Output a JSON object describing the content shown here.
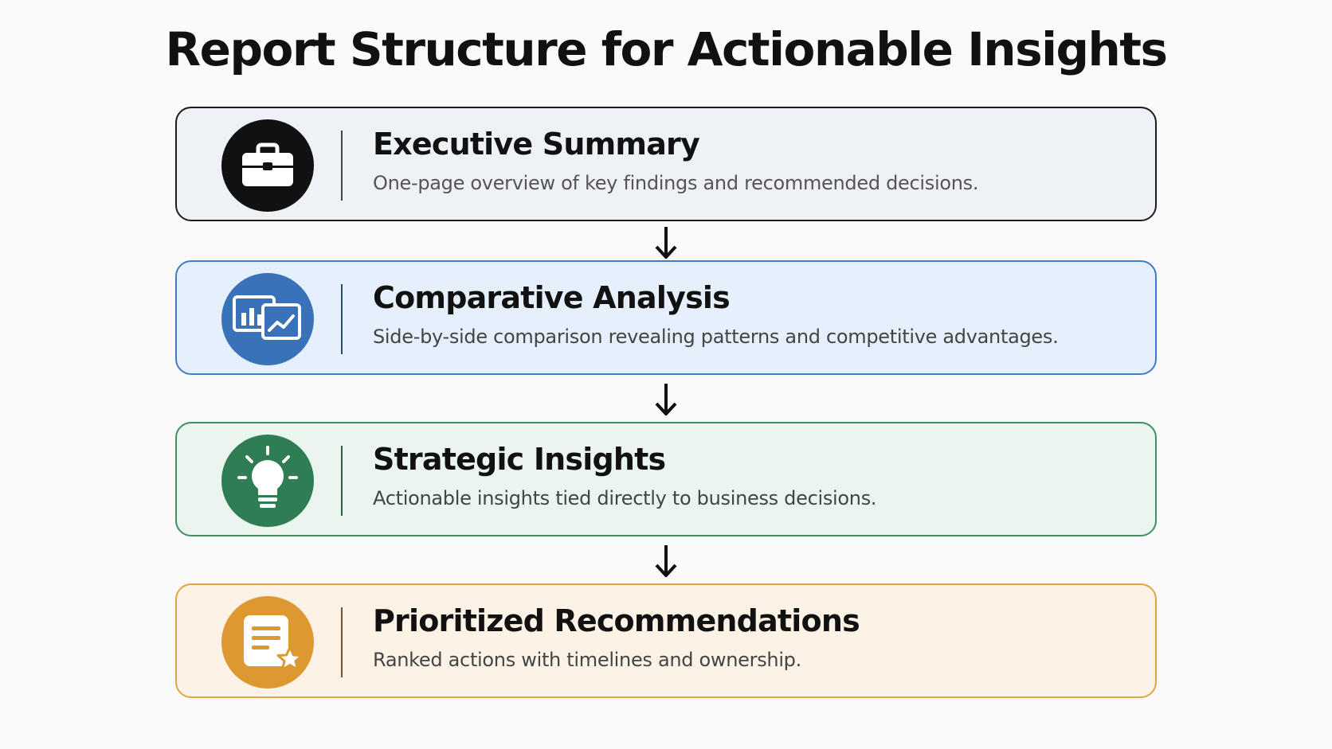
{
  "title": "Report Structure for Actionable Insights",
  "steps": [
    {
      "title": "Executive Summary",
      "description": "One-page overview of key findings and recommended decisions.",
      "icon": "briefcase-icon",
      "colors": {
        "border": "#1c1c1c",
        "background": "#eef1f5",
        "icon_bg": "#111111",
        "divider": "#444444",
        "text": "#555555"
      }
    },
    {
      "title": "Comparative Analysis",
      "description": "Side-by-side comparison revealing patterns and competitive advantages.",
      "icon": "chart-compare-icon",
      "colors": {
        "border": "#3e7dc3",
        "background": "#e6f0fc",
        "icon_bg": "#3a72b9",
        "divider": "#2a4a6e",
        "text": "#444444"
      }
    },
    {
      "title": "Strategic Insights",
      "description": "Actionable insights tied directly to business decisions.",
      "icon": "lightbulb-icon",
      "colors": {
        "border": "#3f8f62",
        "background": "#e9f5ee",
        "icon_bg": "#2e7d55",
        "divider": "#2e5a40",
        "text": "#444444"
      }
    },
    {
      "title": "Prioritized Recommendations",
      "description": "Ranked actions with timelines and ownership.",
      "icon": "document-star-icon",
      "colors": {
        "border": "#e0a445",
        "background": "#fcf2e5",
        "icon_bg": "#de9832",
        "divider": "#6e5530",
        "text": "#444444"
      }
    }
  ],
  "arrow_icon": "arrow-down-icon"
}
